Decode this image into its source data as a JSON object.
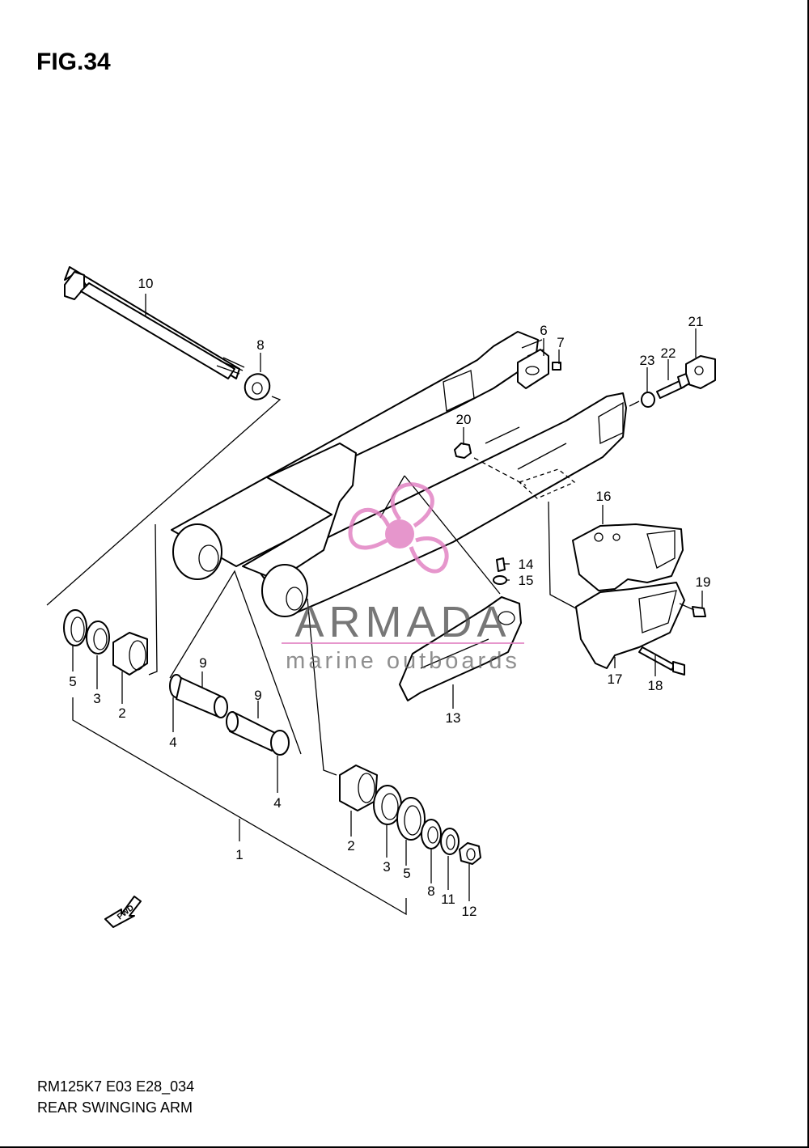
{
  "figure": {
    "title": "FIG.34",
    "model_code": "RM125K7 E03 E28_034",
    "name": "REAR SWINGING ARM"
  },
  "watermark": {
    "brand": "ARMADA",
    "tagline": "marine outboards",
    "accent_color": "#e07cc0"
  },
  "fwd_arrow": {
    "label": "FWD"
  },
  "callouts": [
    {
      "id": "c10",
      "text": "10"
    },
    {
      "id": "c8a",
      "text": "8"
    },
    {
      "id": "c6",
      "text": "6"
    },
    {
      "id": "c7",
      "text": "7"
    },
    {
      "id": "c21",
      "text": "21"
    },
    {
      "id": "c22",
      "text": "22"
    },
    {
      "id": "c23",
      "text": "23"
    },
    {
      "id": "c20",
      "text": "20"
    },
    {
      "id": "c16",
      "text": "16"
    },
    {
      "id": "c14",
      "text": "14"
    },
    {
      "id": "c15",
      "text": "15"
    },
    {
      "id": "c19",
      "text": "19"
    },
    {
      "id": "c17",
      "text": "17"
    },
    {
      "id": "c18",
      "text": "18"
    },
    {
      "id": "c13",
      "text": "13"
    },
    {
      "id": "c5a",
      "text": "5"
    },
    {
      "id": "c3a",
      "text": "3"
    },
    {
      "id": "c2a",
      "text": "2"
    },
    {
      "id": "c9a",
      "text": "9"
    },
    {
      "id": "c9b",
      "text": "9"
    },
    {
      "id": "c4a",
      "text": "4"
    },
    {
      "id": "c4b",
      "text": "4"
    },
    {
      "id": "c1",
      "text": "1"
    },
    {
      "id": "c2b",
      "text": "2"
    },
    {
      "id": "c3b",
      "text": "3"
    },
    {
      "id": "c5b",
      "text": "5"
    },
    {
      "id": "c8b",
      "text": "8"
    },
    {
      "id": "c11",
      "text": "11"
    },
    {
      "id": "c12",
      "text": "12"
    }
  ]
}
